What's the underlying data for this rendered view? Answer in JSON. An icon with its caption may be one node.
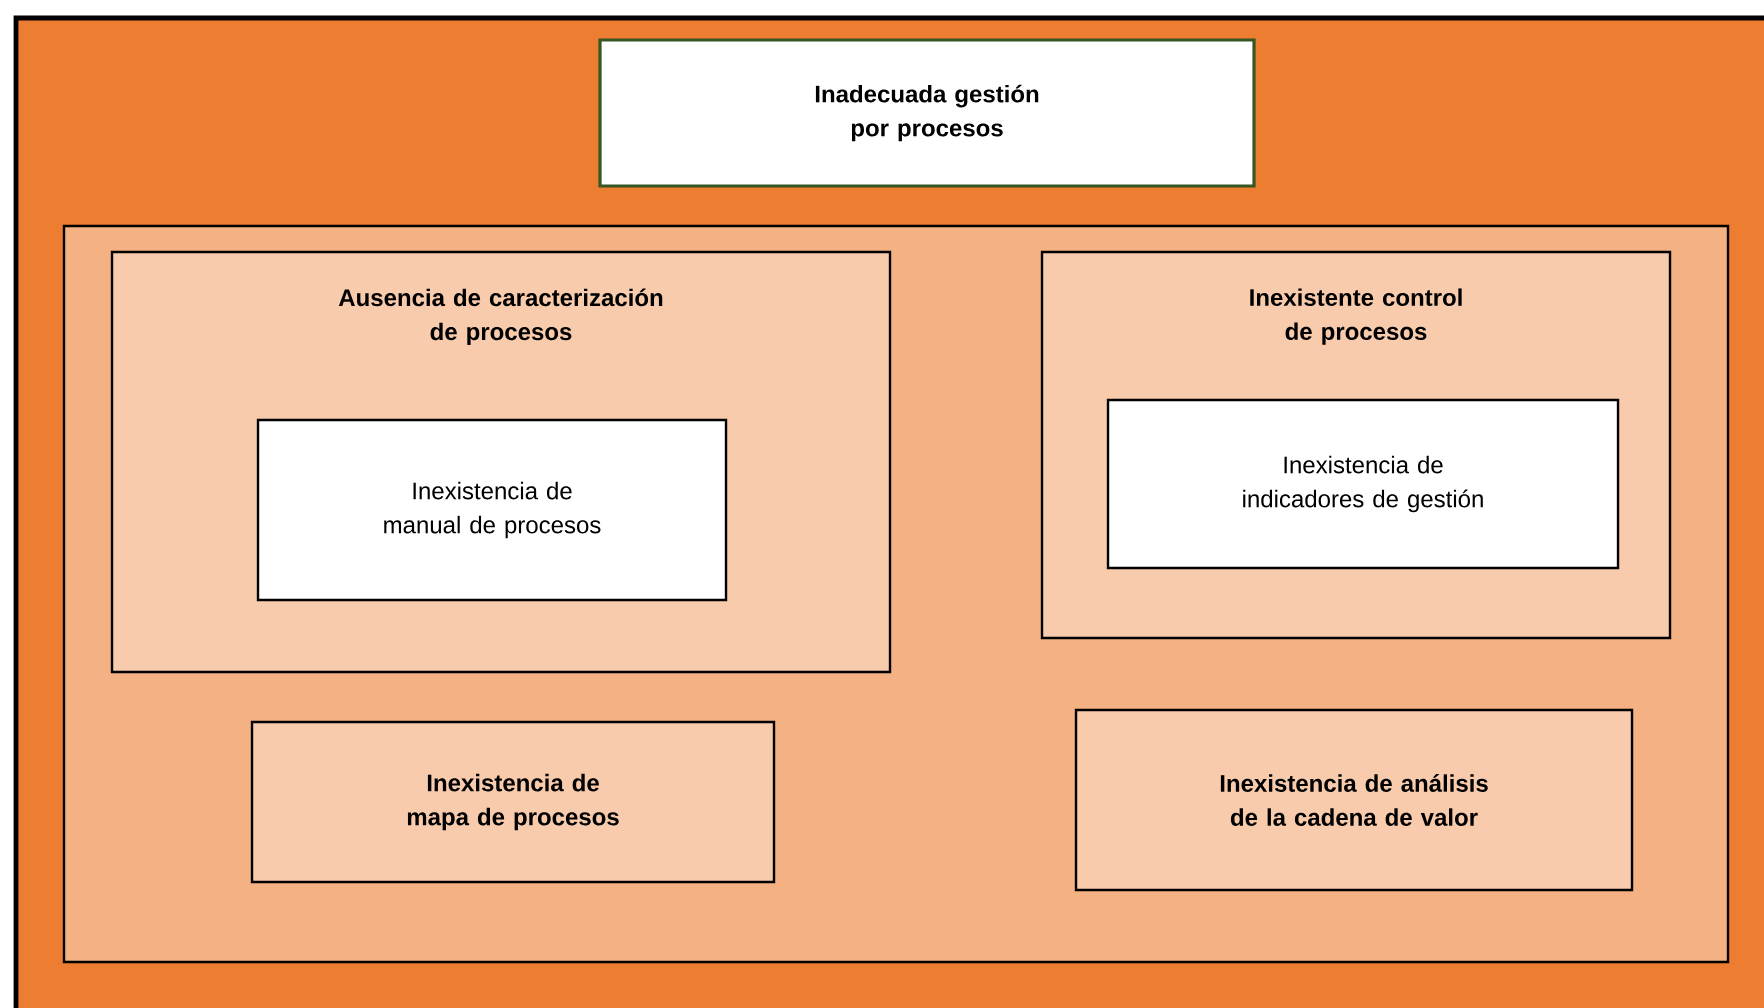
{
  "diagram": {
    "nodes": [
      {
        "text": [],
        "shape": "box"
      },
      {
        "text": [
          "Inadecuada gestión por procesos"
        ],
        "in": 0
      },
      {
        "text": [],
        "shape": "box",
        "in": 0
      },
      {
        "text": [
          "Ausencia de caracterización de procesos"
        ],
        "in": 2
      },
      {
        "text": [
          "Inexistencia de manual de procesos"
        ],
        "in": 3
      },
      {
        "text": [
          "Inexistente control de procesos"
        ],
        "in": 2
      },
      {
        "text": [
          "Inexistencia de indicadores de gestión"
        ],
        "in": 5
      },
      {
        "text": [
          "Inexistencia de mapa de procesos"
        ],
        "in": 2
      },
      {
        "text": [
          "Inexistencia de análisis de la cadena de valor"
        ],
        "in": 2
      }
    ]
  }
}
